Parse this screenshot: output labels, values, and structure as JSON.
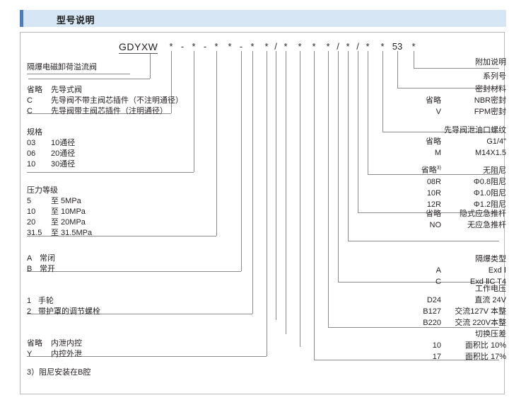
{
  "header": {
    "title": "型号说明"
  },
  "code": {
    "prefix": "GDYXW",
    "tokens": [
      "*",
      "-",
      "*",
      "-",
      "*",
      "*",
      "-",
      "*",
      "*",
      "/",
      "*",
      "*",
      "*",
      "*",
      "/",
      "*",
      "/",
      "*",
      "*",
      "53",
      "*"
    ]
  },
  "left_groups": [
    {
      "id": "product-name",
      "lines": [
        {
          "key": "",
          "val": "隔爆电磁卸荷溢流阀"
        }
      ]
    },
    {
      "id": "pilot-type",
      "lines": [
        {
          "key": "省略",
          "val": "先导式阀"
        },
        {
          "key": "C",
          "val": "先导阀不带主阀芯插件（不注明通径）"
        },
        {
          "key": "C",
          "val": "先导阀带主阀芯插件（注明通径）"
        }
      ]
    },
    {
      "id": "size",
      "lines": [
        {
          "key": "规格",
          "val": ""
        },
        {
          "key": "03",
          "val": "10通径"
        },
        {
          "key": "06",
          "val": "20通径"
        },
        {
          "key": "10",
          "val": "30通径"
        }
      ]
    },
    {
      "id": "pressure-rating",
      "lines": [
        {
          "key": "压力等级",
          "val": ""
        },
        {
          "key": "5",
          "val": "至  5MPa"
        },
        {
          "key": "10",
          "val": "至 10MPa"
        },
        {
          "key": "20",
          "val": "至 20MPa"
        },
        {
          "key": "31.5",
          "val": "至 31.5MPa"
        }
      ]
    },
    {
      "id": "normal-state",
      "lines": [
        {
          "key": "A",
          "val": "常闭"
        },
        {
          "key": "B",
          "val": "常开"
        }
      ]
    },
    {
      "id": "adjust-type",
      "lines": [
        {
          "key": "1",
          "val": "手轮"
        },
        {
          "key": "2",
          "val": "带护罩的调节螺栓"
        }
      ]
    },
    {
      "id": "drain-control",
      "lines": [
        {
          "key": "省略",
          "val": "内泄内控"
        },
        {
          "key": "Y",
          "val": "内控外泄"
        }
      ]
    }
  ],
  "right_groups": [
    {
      "id": "additional-note",
      "lines": [
        {
          "key": "",
          "val": "附加说明"
        }
      ]
    },
    {
      "id": "series-number",
      "lines": [
        {
          "key": "",
          "val": "系列号"
        }
      ]
    },
    {
      "id": "seal-material",
      "lines": [
        {
          "key": "",
          "val": "密封材料"
        },
        {
          "key": "省略",
          "val": "NBR密封"
        },
        {
          "key": "V",
          "val": "FPM密封"
        }
      ]
    },
    {
      "id": "pilot-drain-thread",
      "lines": [
        {
          "key": "",
          "val": "先导阀泄油口螺纹"
        },
        {
          "key": "省略",
          "val": "G1/4\""
        },
        {
          "key": "M",
          "val": "M14X1.5"
        }
      ]
    },
    {
      "id": "damping",
      "lines": [
        {
          "key": "省略",
          "sup": "3)",
          "val": "无阻尼"
        },
        {
          "key": "08R",
          "val": "Φ0.8阻尼"
        },
        {
          "key": "10R",
          "val": "Φ1.0阻尼"
        },
        {
          "key": "12R",
          "val": "Φ1.2阻尼"
        }
      ]
    },
    {
      "id": "emergency-rod",
      "lines": [
        {
          "key": "省略",
          "val": "隐式应急推杆"
        },
        {
          "key": "NO",
          "val": "无应急推杆"
        }
      ]
    },
    {
      "id": "explosion-proof-type",
      "lines": [
        {
          "key": "",
          "val": "隔爆类型"
        },
        {
          "key": "A",
          "val": "Exd Ⅰ"
        },
        {
          "key": "C",
          "val": "Exd ⅡC T4"
        }
      ]
    },
    {
      "id": "working-voltage",
      "lines": [
        {
          "key": "",
          "val": "工作电压"
        },
        {
          "key": "D24",
          "val": "直流 24V"
        },
        {
          "key": "B127",
          "val": "交流127V 本整"
        },
        {
          "key": "B220",
          "val": "交流 220V本整"
        }
      ]
    },
    {
      "id": "switching-pressure-diff",
      "lines": [
        {
          "key": "",
          "val": "切换压差"
        },
        {
          "key": "10",
          "val": "面积比  10%"
        },
        {
          "key": "17",
          "val": "面积比  17%"
        }
      ]
    }
  ],
  "footnote": {
    "text": "3）阻尼安装在B腔"
  },
  "colors": {
    "header_bg": "#d6e6f4",
    "header_accent": "#4a7ebb",
    "line": "#8b8b8b",
    "text": "#231f20"
  }
}
